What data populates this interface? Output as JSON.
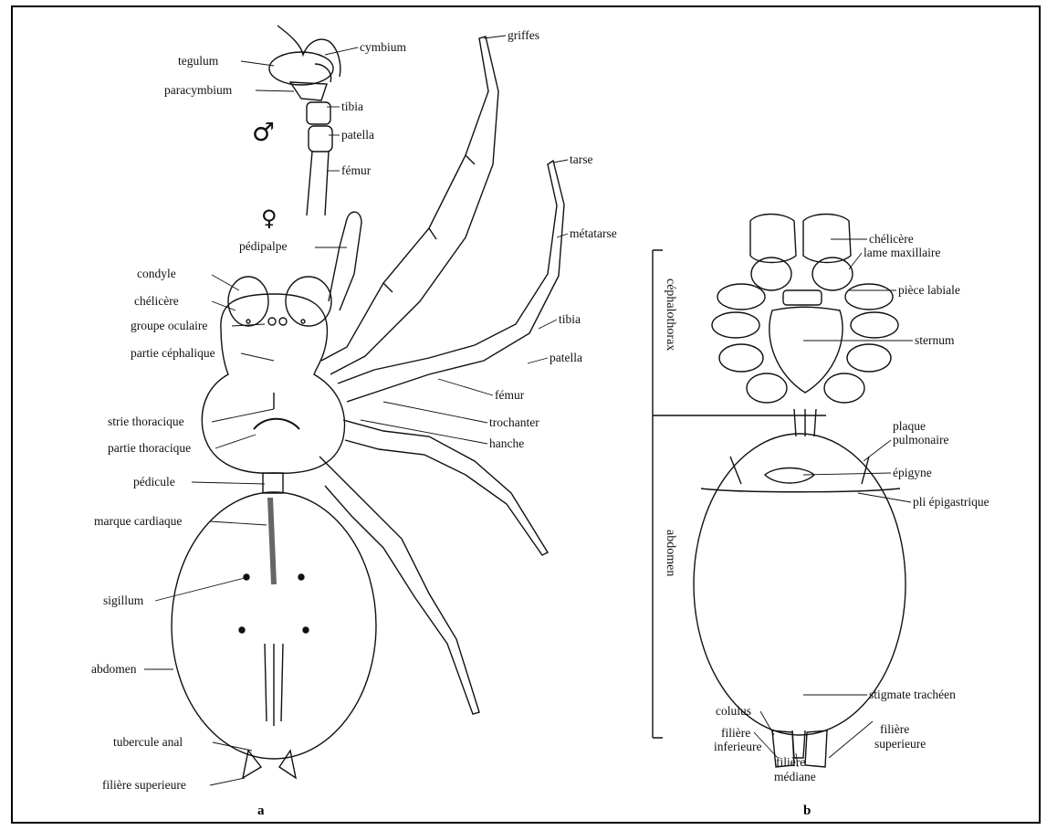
{
  "figure": {
    "panel_a": "a",
    "panel_b": "b",
    "male_symbol": "♂",
    "female_symbol": "♀",
    "labels_a_left": {
      "tegulum": "tegulum",
      "paracymbium": "paracymbium",
      "pedipalpe": "pédipalpe",
      "condyle": "condyle",
      "chelicere": "chélicère",
      "groupe_oculaire": "groupe oculaire",
      "partie_cephalique": "partie céphalique",
      "strie_thoracique": "strie thoracique",
      "partie_thoracique": "partie thoracique",
      "pedicule": "pédicule",
      "marque_cardiaque": "marque cardiaque",
      "sigillum": "sigillum",
      "abdomen": "abdomen",
      "tubercule_anal": "tubercule anal",
      "filiere_superieure": "filière superieure"
    },
    "labels_a_right": {
      "cymbium": "cymbium",
      "tibia_palp": "tibia",
      "patella_palp": "patella",
      "femur_palp": "fémur",
      "griffes": "griffes",
      "tarse": "tarse",
      "metatarse": "métatarse",
      "tibia": "tibia",
      "patella": "patella",
      "femur": "fémur",
      "trochanter": "trochanter",
      "hanche": "hanche"
    },
    "labels_b": {
      "chelicere": "chélicère",
      "lame_maxillaire": "lame maxillaire",
      "piece_labiale": "pièce labiale",
      "sternum": "sternum",
      "plaque_line1": "plaque",
      "plaque_line2": "pulmonaire",
      "epigyne": "épigyne",
      "pli_epigastrique": "pli épigastrique",
      "stigmate": "stigmate trachéen",
      "colulus": "colulus",
      "filiere_inf_1": "filière",
      "filiere_inf_2": "inferieure",
      "filiere_med_1": "filière",
      "filiere_med_2": "médiane",
      "filiere_sup_1": "filière",
      "filiere_sup_2": "superieure",
      "cephalothorax": "céphalothorax",
      "abdomen": "abdomen"
    }
  }
}
